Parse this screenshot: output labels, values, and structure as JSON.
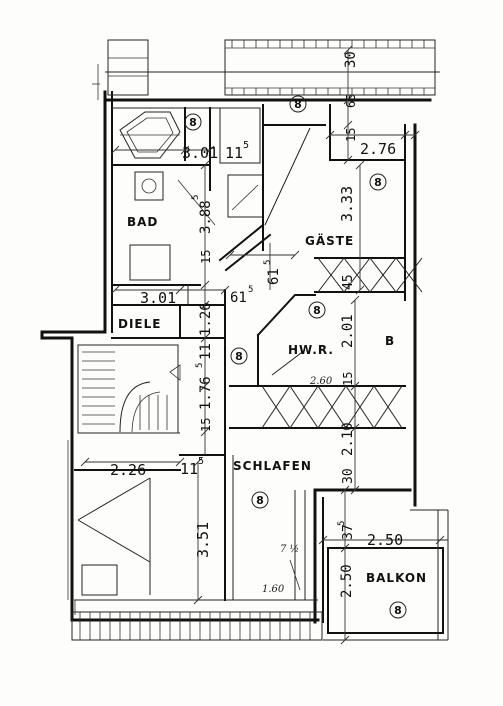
{
  "rooms": {
    "bad": "BAD",
    "gaeste": "GÄSTE",
    "diele": "DIELE",
    "hwr": "HW.R.",
    "schlafen": "SCHLAFEN",
    "balkon": "BALKON"
  },
  "floor_marker": "8",
  "room_side_mark": "B",
  "notes": {
    "small_a": "2.60",
    "small_b": "7 ½",
    "small_c": "1.60"
  },
  "dimensions": {
    "top_30": "30",
    "top_65": "65",
    "top_15": "15",
    "bad_width": "3.01",
    "bad_width_inner": "11",
    "bad_width_sup": "5",
    "gaeste_width": "2.76",
    "gaeste_height": "3.33",
    "bad_height": "3.88",
    "bad_height_sup": "5",
    "wall_15a": "15",
    "diele_width": "3.01",
    "gaeste_side_615": "61",
    "gaeste_side_615_sup": "5",
    "hall_615": "61",
    "hall_615_sup": "5",
    "side_45": "45",
    "diele_126": "1.26",
    "hwr_201": "2.01",
    "hall_115": "11",
    "hall_115_sup": "5",
    "hall_176": "1.76",
    "wall_15b": "15",
    "wall_15c": "15",
    "schlafen_side_210": "2.10",
    "stair_226": "2.26",
    "stair_115": "11",
    "stair_115_sup": "5",
    "wall_30": "30",
    "wall_375": "37",
    "wall_375_sup": "5",
    "balkon_width": "2.50",
    "balkon_height": "2.50",
    "schlafen_351": "3.51"
  }
}
